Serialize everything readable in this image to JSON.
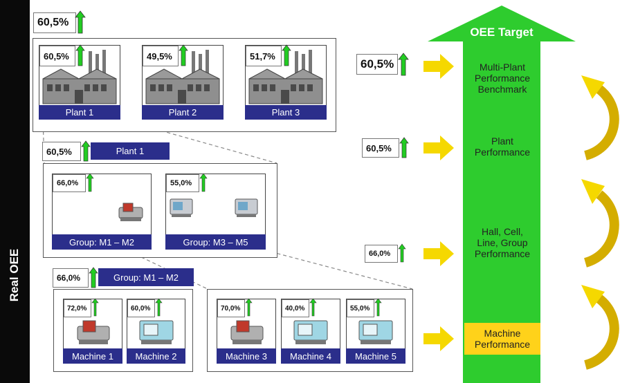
{
  "sidebar": {
    "label": "Real OEE"
  },
  "target": {
    "label": "OEE Target"
  },
  "top_value": "60,5%",
  "plants": [
    {
      "name": "Plant 1",
      "value": "60,5%"
    },
    {
      "name": "Plant 2",
      "value": "49,5%"
    },
    {
      "name": "Plant 3",
      "value": "51,7%"
    }
  ],
  "plant_detail": {
    "title": "Plant 1",
    "value": "60,5%"
  },
  "groups": [
    {
      "name": "Group: M1 – M2",
      "value": "66,0%"
    },
    {
      "name": "Group: M3 – M5",
      "value": "55,0%"
    }
  ],
  "group_detail": {
    "title": "Group: M1 – M2",
    "value": "66,0%"
  },
  "machines": [
    {
      "name": "Machine 1",
      "value": "72,0%"
    },
    {
      "name": "Machine 2",
      "value": "60,0%"
    },
    {
      "name": "Machine 3",
      "value": "70,0%"
    },
    {
      "name": "Machine 4",
      "value": "40,0%"
    },
    {
      "name": "Machine 5",
      "value": "55,0%"
    }
  ],
  "levels": [
    {
      "label_lines": [
        "Multi-Plant",
        "Performance",
        "Benchmark"
      ],
      "value": "60,5%"
    },
    {
      "label_lines": [
        "Plant",
        "Performance"
      ],
      "value": "60,5%"
    },
    {
      "label_lines": [
        "Hall, Cell,",
        "Line, Group",
        "Performance"
      ],
      "value": "66,0%"
    },
    {
      "label_lines": [
        "Machine",
        "Performance"
      ],
      "value": ""
    }
  ],
  "colors": {
    "navy": "#2b2e8b",
    "green": "#22cc22",
    "yellow": "#f5d800",
    "gold": "#d4ad00",
    "highlight": "#ffd21a"
  }
}
